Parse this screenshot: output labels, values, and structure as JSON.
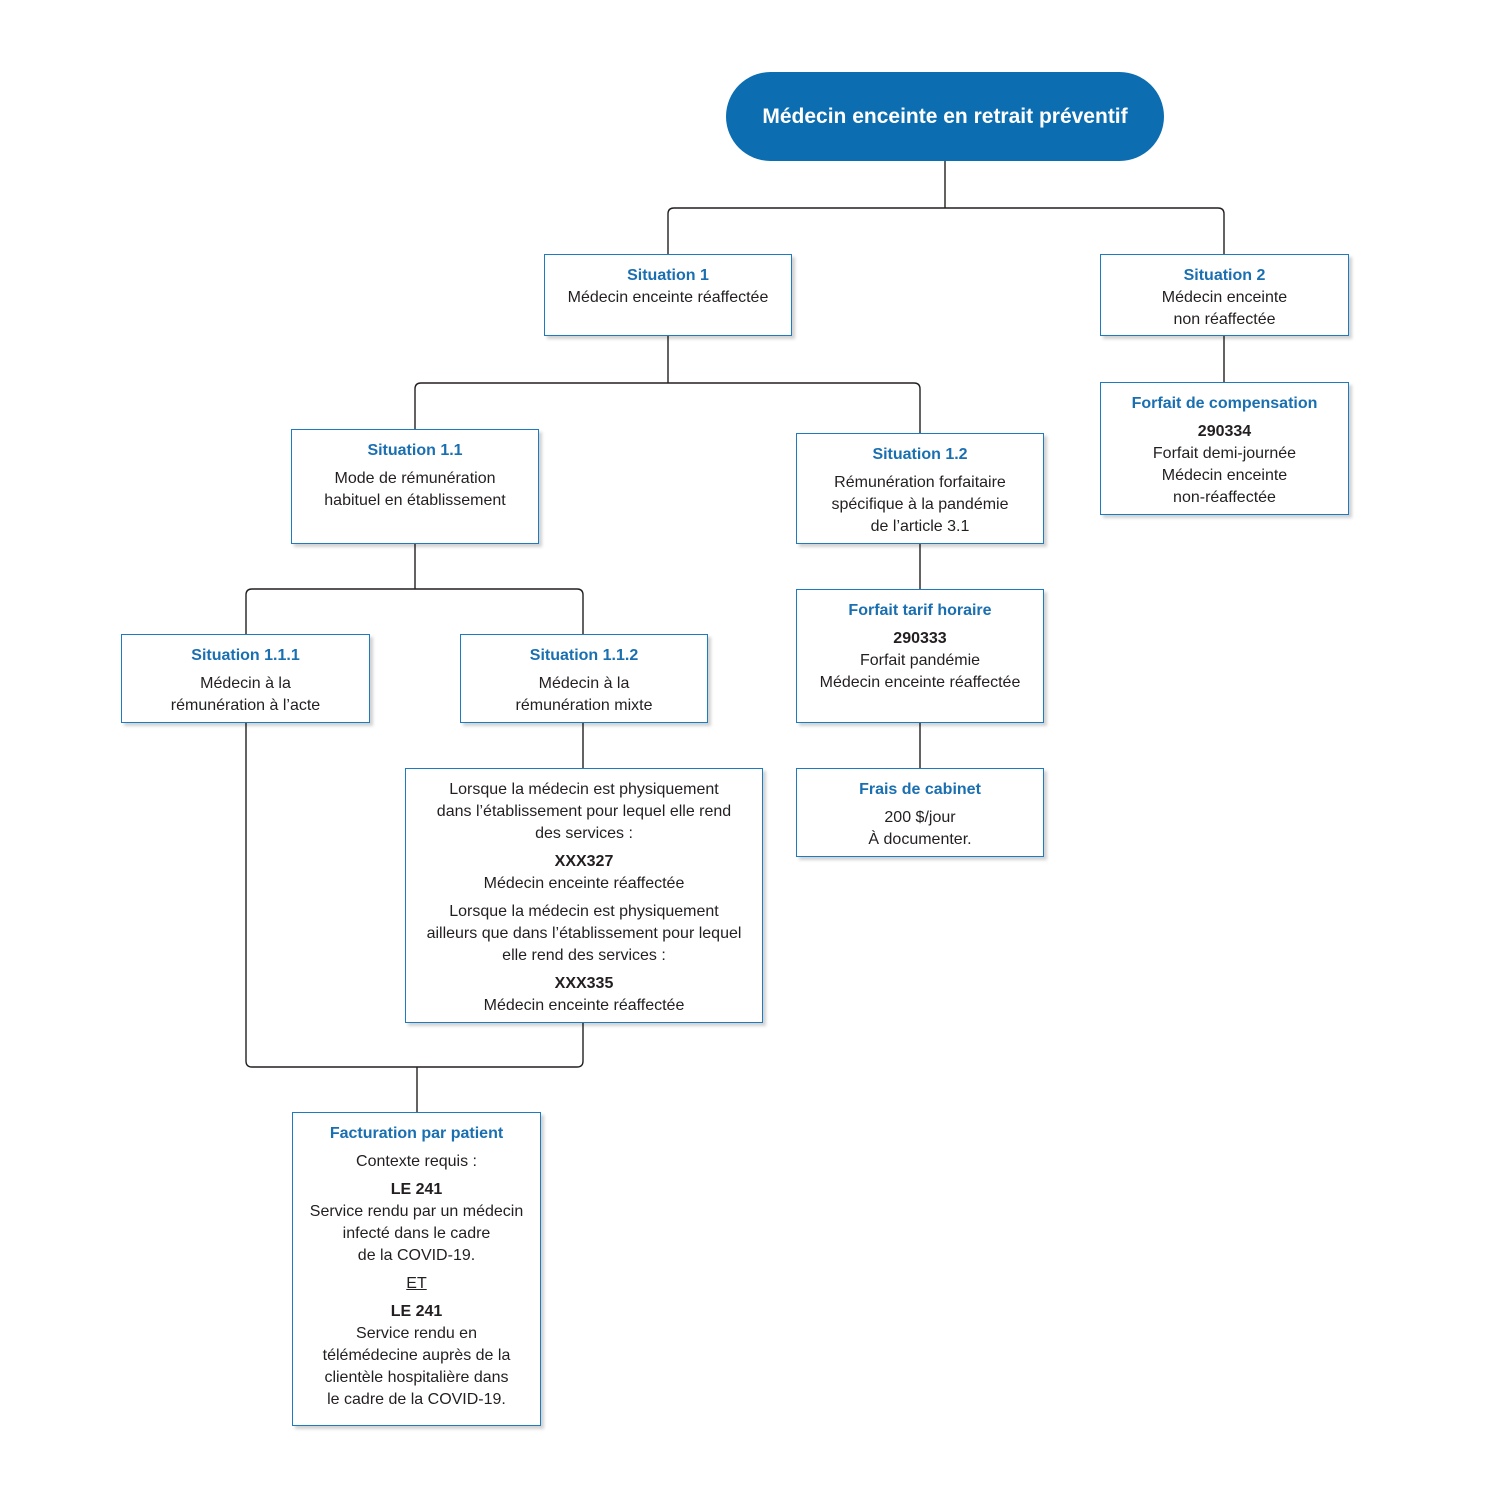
{
  "root": {
    "title": "Médecin enceinte en retrait préventif"
  },
  "s1": {
    "heading": "Situation 1",
    "text": "Médecin enceinte réaffectée"
  },
  "s2": {
    "heading": "Situation 2",
    "line1": "Médecin enceinte",
    "line2": "non réaffectée"
  },
  "forfait_comp": {
    "heading": "Forfait de compensation",
    "code": "290334",
    "line1": "Forfait demi-journée",
    "line2": "Médecin enceinte",
    "line3": "non-réaffectée"
  },
  "s11": {
    "heading": "Situation 1.1",
    "line1": "Mode de rémunération",
    "line2": "habituel en établissement"
  },
  "s12": {
    "heading": "Situation 1.2",
    "line1": "Rémunération forfaitaire",
    "line2": "spécifique à la pandémie",
    "line3": "de l’article 3.1"
  },
  "forfait_tarif": {
    "heading": "Forfait tarif horaire",
    "code": "290333",
    "line1": "Forfait pandémie",
    "line2": "Médecin enceinte réaffectée"
  },
  "frais": {
    "heading": "Frais de cabinet",
    "line1": "200 $/jour",
    "line2": "À documenter."
  },
  "s111": {
    "heading": "Situation 1.1.1",
    "line1": "Médecin à la",
    "line2": "rémunération à l’acte"
  },
  "s112": {
    "heading": "Situation 1.1.2",
    "line1": "Médecin à la",
    "line2": "rémunération mixte"
  },
  "mixte_detail": {
    "a_line1": "Lorsque la médecin est physiquement",
    "a_line2": "dans l’établissement pour lequel elle rend",
    "a_line3": "des services :",
    "a_code": "XXX327",
    "a_desc": "Médecin enceinte réaffectée",
    "b_line1": "Lorsque la médecin est physiquement",
    "b_line2": "ailleurs que dans l’établissement pour lequel",
    "b_line3": "elle rend des services :",
    "b_code": "XXX335",
    "b_desc": "Médecin enceinte réaffectée"
  },
  "facturation": {
    "heading": "Facturation par patient",
    "context": "Contexte requis :",
    "code1": "LE 241",
    "c1_line1": "Service rendu par un médecin",
    "c1_line2": "infecté dans le cadre",
    "c1_line3": "de la COVID-19.",
    "et": "ET",
    "code2": "LE 241",
    "c2_line1": "Service rendu en",
    "c2_line2": "télémédecine auprès de la",
    "c2_line3": "clientèle hospitalière dans",
    "c2_line4": "le cadre de la COVID-19."
  },
  "colors": {
    "primary": "#0c6eb1",
    "heading": "#1a6fb1",
    "border": "#1f7bbf",
    "line": "#231f20"
  }
}
